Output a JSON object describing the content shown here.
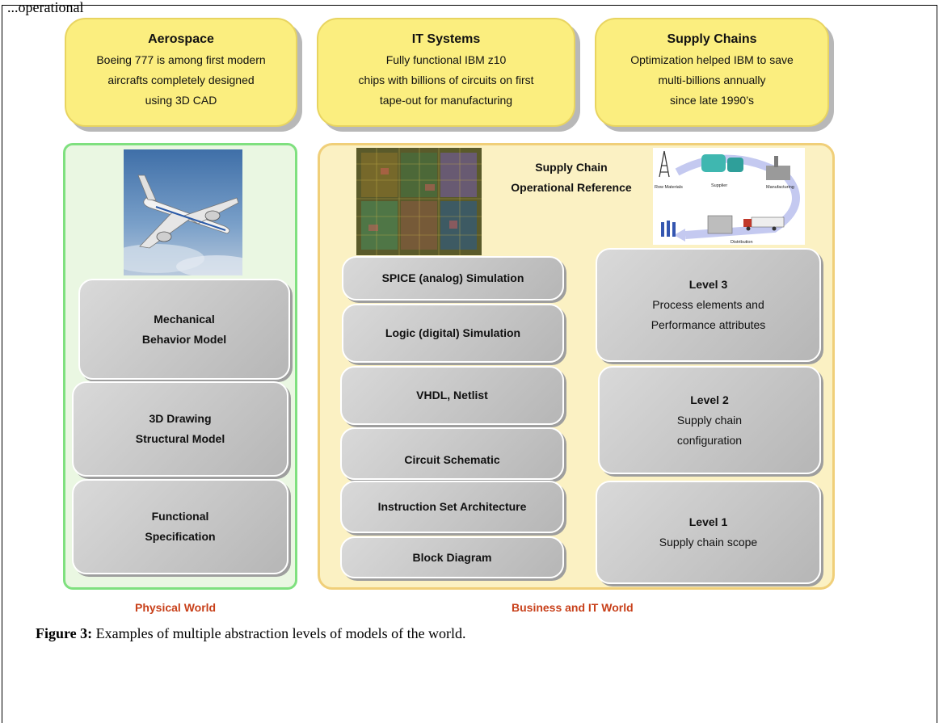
{
  "top_snippet": "...operational",
  "headers": [
    {
      "title": "Aerospace",
      "lines": [
        "Boeing 777 is among first modern",
        "aircrafts completely designed",
        "using 3D CAD"
      ]
    },
    {
      "title": "IT Systems",
      "lines": [
        "Fully functional IBM z10",
        "chips with billions of circuits on first",
        "tape-out for manufacturing"
      ]
    },
    {
      "title": "Supply Chains",
      "lines": [
        "Optimization helped IBM to save",
        "multi-billions annually",
        "since late 1990’s"
      ]
    }
  ],
  "physical": {
    "boxes": [
      {
        "lines": [
          "Mechanical",
          "Behavior Model"
        ]
      },
      {
        "lines": [
          "3D Drawing",
          "Structural Model"
        ]
      },
      {
        "lines": [
          "Functional",
          "Specification"
        ]
      }
    ],
    "label": "Physical World"
  },
  "it_stack": [
    "SPICE (analog) Simulation",
    "Logic (digital) Simulation",
    "VHDL, Netlist",
    "Circuit Schematic",
    "Instruction Set Architecture",
    "Block Diagram"
  ],
  "scor": {
    "title_lines": [
      "Supply Chain",
      "Operational Reference"
    ],
    "diagram_labels": [
      "Row Materials",
      "Supplier",
      "Manufacturing",
      "Distribution"
    ],
    "levels": [
      {
        "title": "Level 3",
        "lines": [
          "Process elements and",
          "Performance attributes"
        ]
      },
      {
        "title": "Level 2",
        "lines": [
          "Supply chain",
          "configuration"
        ]
      },
      {
        "title": "Level 1",
        "lines": [
          "Supply chain scope"
        ]
      }
    ]
  },
  "business_label": "Business and IT World",
  "caption": {
    "prefix": "Figure 3:",
    "text": " Examples of multiple abstraction levels of models of the world."
  },
  "colors": {
    "header_yellow": "#fbee7f",
    "green_border": "#7fe07f",
    "yellow_border": "#f0cf79",
    "label_red": "#c8401a"
  }
}
